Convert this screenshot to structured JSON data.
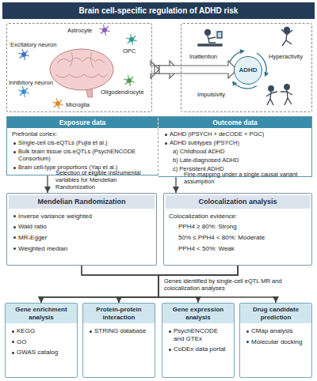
{
  "diagram": {
    "title": "Brain cell-specific regulation of ADHD risk",
    "nodes": [
      {
        "text": [
          "Astrocyte",
          "Excitatory neuron",
          "OPC",
          "Inhibitory neuron",
          "Oligodendrocyte",
          "Microglia"
        ]
      },
      {
        "text": [
          "Inattention",
          "Hyperactivity",
          "Impulsivity"
        ]
      },
      {
        "text": [
          "ADHD"
        ],
        "in": 1
      },
      {
        "text": [
          "Exposure data",
          "Prefrontal cortex:",
          "Single-cell cis-eQTLs (Fujia et al.)",
          "Bulk brain tissue cis-eQTLs (PsychENCODE Consortium)",
          "Brain cell-type proportions (Yap et al.)"
        ]
      },
      {
        "text": [
          "Outcome data",
          "ADHD (iPSYCH + deCODE + PGC)",
          "ADHD subtypes (iPSYCH)",
          "a) Childhood ADHD",
          "b) Late-diagnosed ADHD",
          "c) Persistent ADHD"
        ]
      },
      {
        "text": [
          "Mendelian Randomization",
          "Inverse variance weighted",
          "Wald ratio",
          "MR-Egger",
          "Weighted median"
        ]
      },
      {
        "text": [
          "Colocalization analysis",
          "Colocalization evidence:",
          "PPH4 ≥ 80%: Strong",
          "50% ≤ PPH4 < 80%: Moderate",
          "PPH4 < 50%: Weak"
        ]
      },
      {
        "text": [
          "Gene enrichment analysis",
          "KEGG",
          "GO",
          "GWAS catalog"
        ]
      },
      {
        "text": [
          "Protein-protein interaction",
          "STRING database"
        ]
      },
      {
        "text": [
          "Gene expression analysis",
          "PsychENCODE and GTEx",
          "CoDEx data portal"
        ]
      },
      {
        "text": [
          "Drug candidate prediction",
          "CMap analysis",
          "Molecular docking"
        ]
      }
    ],
    "edges": [
      {
        "from": 0,
        "to": 1,
        "arrow": "to"
      },
      {
        "from": 3,
        "to": 5,
        "arrow": "to",
        "label": "Selection of eligible instrumental variables for Mendelian Randomization"
      },
      {
        "from": 4,
        "to": 6,
        "arrow": "to",
        "label": "Fine-mapping under a single causal variant assumption"
      },
      {
        "from": 5,
        "to": 7,
        "arrow": "to"
      },
      {
        "from": 5,
        "to": 8,
        "arrow": "to"
      },
      {
        "from": 5,
        "to": 9,
        "arrow": "to"
      },
      {
        "from": 5,
        "to": 10,
        "arrow": "to"
      },
      {
        "from": 6,
        "to": 7,
        "arrow": "to"
      },
      {
        "from": 6,
        "to": 8,
        "arrow": "to"
      },
      {
        "from": 6,
        "to": 9,
        "arrow": "to"
      },
      {
        "from": 6,
        "to": 10,
        "arrow": "to"
      }
    ],
    "labels": [
      "Genes identified by single-cell eQTL MR and colocalization analyses"
    ]
  }
}
